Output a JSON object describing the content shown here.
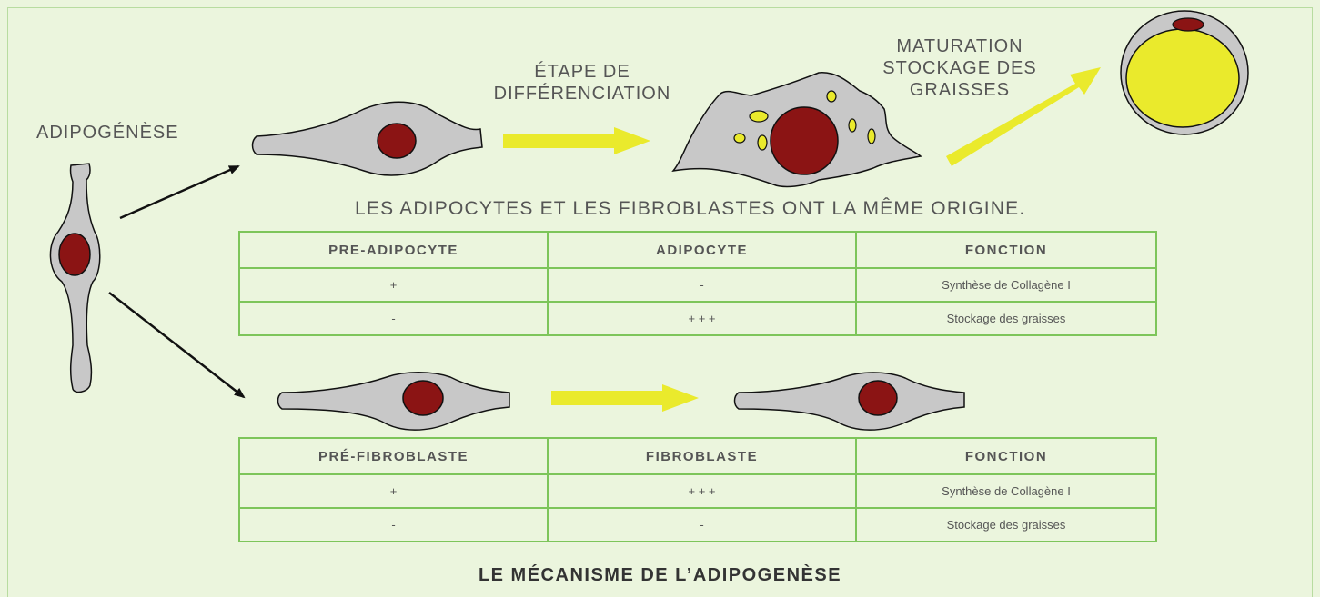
{
  "labels": {
    "adipogenese": "ADIPOGÉNÈSE",
    "etape": "ÉTAPE DE\nDIFFÉRENCIATION",
    "maturation": "MATURATION\nSTOCKAGE DES\nGRAISSES",
    "subtitle": "LES ADIPOCYTES ET LES FIBROBLASTES ONT LA MÊME ORIGINE.",
    "footer": "LE MÉCANISME DE L’ADIPOGENÈSE"
  },
  "table_adipocyte": {
    "headers": [
      "PRE-ADIPOCYTE",
      "ADIPOCYTE",
      "FONCTION"
    ],
    "rows": [
      [
        "+",
        "-",
        "Synthèse de Collagène I"
      ],
      [
        "-",
        "+ + +",
        "Stockage des graisses"
      ]
    ]
  },
  "table_fibroblast": {
    "headers": [
      "PRÉ-FIBROBLASTE",
      "FIBROBLASTE",
      "FONCTION"
    ],
    "rows": [
      [
        "+",
        "+ + +",
        "Synthèse de Collagène I"
      ],
      [
        "-",
        "-",
        "Stockage des graisses"
      ]
    ]
  },
  "colors": {
    "background": "#ebf5dd",
    "border": "#7dc55a",
    "cell": "#c8c8c8",
    "nucleus": "#8b1414",
    "lipid": "#eaea2c"
  }
}
